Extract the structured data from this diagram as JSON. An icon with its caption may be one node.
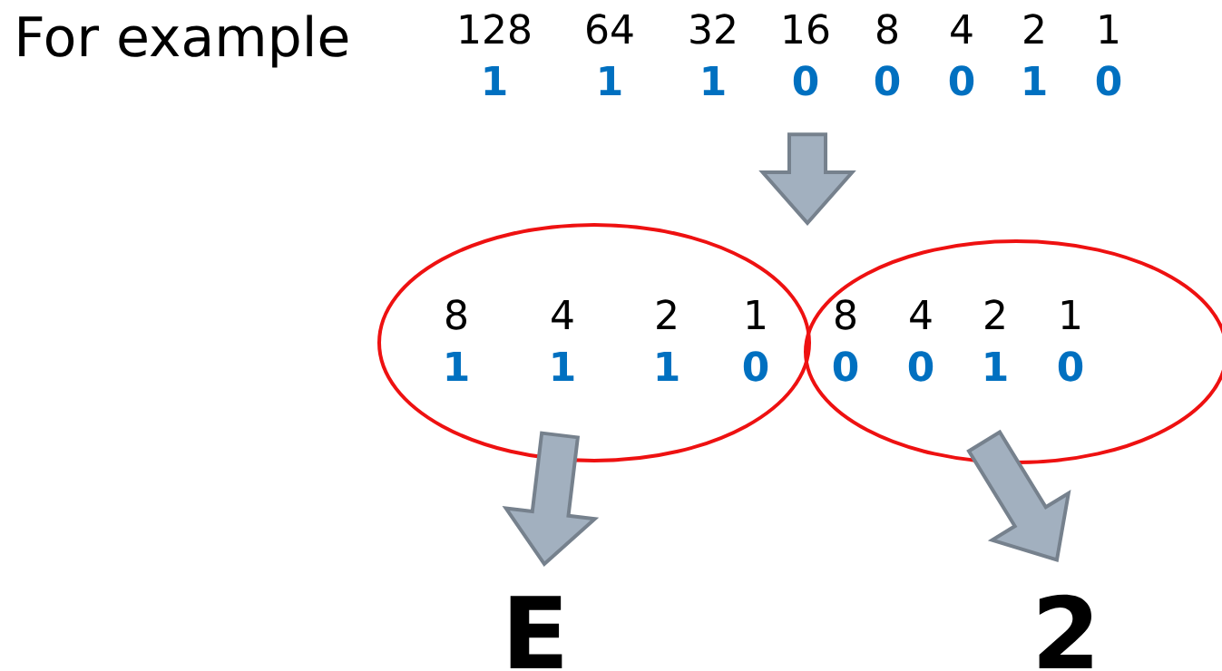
{
  "diagram": {
    "title": "For example",
    "nodes": [
      {
        "text": [
          "128",
          "64",
          "32",
          "16",
          "8",
          "4",
          "2",
          "1",
          "1",
          "1",
          "1",
          "0",
          "0",
          "0",
          "1",
          "0"
        ]
      },
      {
        "text": [
          "8",
          "4",
          "2",
          "1",
          "1",
          "1",
          "1",
          "0"
        ]
      },
      {
        "text": [
          "8",
          "4",
          "2",
          "1",
          "0",
          "0",
          "1",
          "0"
        ]
      },
      {
        "text": [
          "E"
        ]
      },
      {
        "text": [
          "2"
        ]
      }
    ],
    "edges": [
      {
        "from": 0,
        "to": 1,
        "arrow": "to"
      },
      {
        "from": 0,
        "to": 2,
        "arrow": "to"
      },
      {
        "from": 1,
        "to": 3,
        "arrow": "to"
      },
      {
        "from": 2,
        "to": 4,
        "arrow": "to"
      }
    ]
  }
}
